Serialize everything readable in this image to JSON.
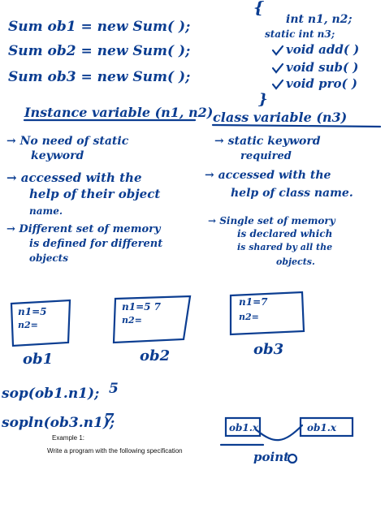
{
  "ink_color": "#0b3d91",
  "code": {
    "lines": [
      "Sum ob1 = new Sum( );",
      "Sum ob2 = new Sum( );",
      "Sum ob3 = new Sum( );"
    ],
    "class_body": [
      "int n1, n2;",
      "static int n3;",
      "void add( )",
      "void sub( )",
      "void pro( )"
    ],
    "brace_open": "{",
    "brace_close": "}"
  },
  "instance": {
    "heading": "Instance variable (n1, n2)",
    "points": [
      [
        "→ No need of static",
        "keyword"
      ],
      [
        "→ accessed with the",
        "help of their object",
        "name."
      ],
      [
        "→ Different set of memory",
        "is defined for different",
        "objects"
      ]
    ]
  },
  "class_var": {
    "heading": "class variable (n3)",
    "points": [
      [
        "→ static keyword",
        "required"
      ],
      [
        "→ accessed with the",
        "help of class name."
      ],
      [
        "→ Single set of memory",
        "is declared which",
        "is shared by all the",
        "objects."
      ]
    ]
  },
  "objects": [
    {
      "fields": [
        "n1=5",
        "n2="
      ],
      "label": "ob1"
    },
    {
      "fields": [
        "n1=5 7",
        "n2="
      ],
      "label": "ob2"
    },
    {
      "fields": [
        "n1=7",
        "n2="
      ],
      "label": "ob3"
    }
  ],
  "prints": [
    {
      "stmt": "sop(ob1.n1);",
      "out": "5"
    },
    {
      "stmt": "sopln(ob3.n1);",
      "out": "7"
    }
  ],
  "pointer": {
    "box": "ob1.x",
    "target": "ob1.x",
    "label": "point"
  },
  "example": {
    "title": "Example 1:",
    "text": "Write a program with the following specification"
  }
}
